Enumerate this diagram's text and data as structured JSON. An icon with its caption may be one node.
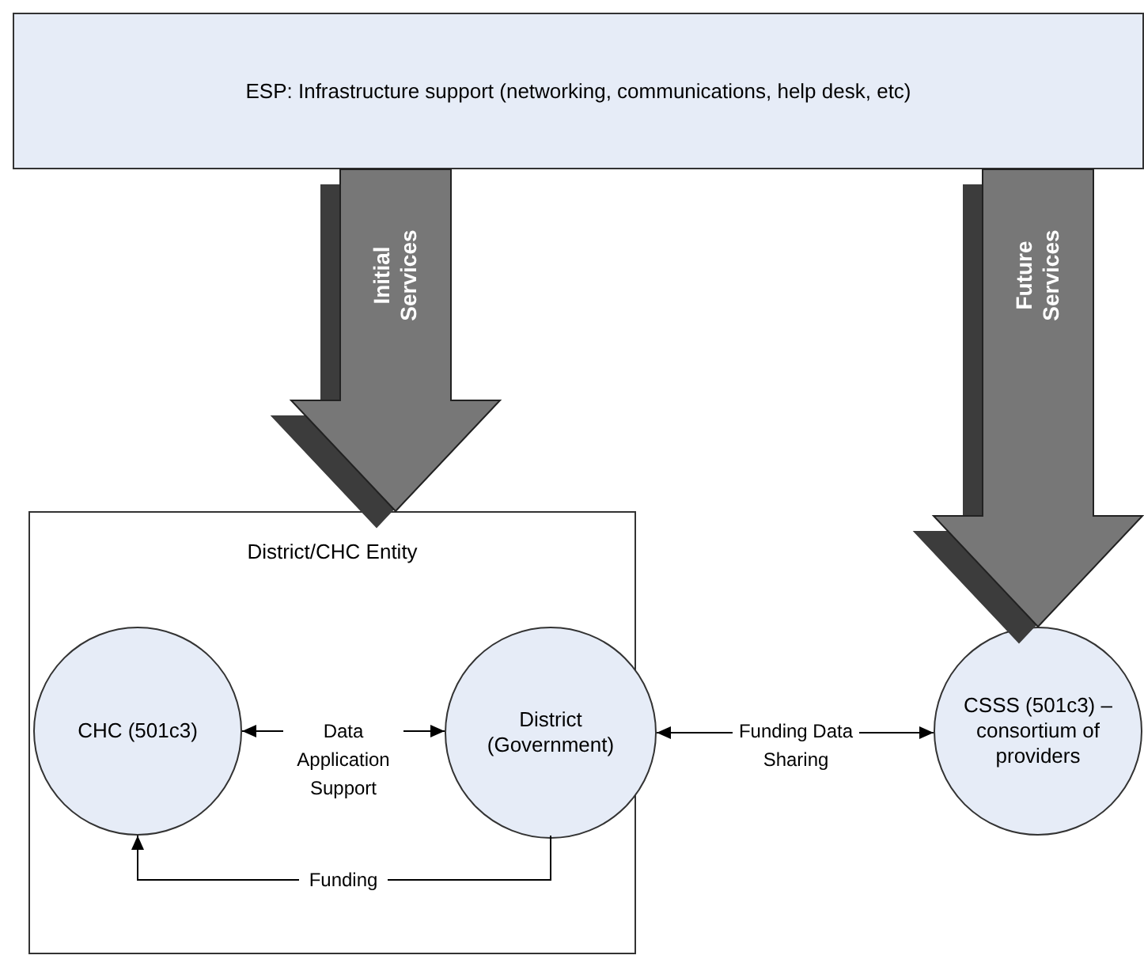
{
  "diagram": {
    "nodes": [
      {
        "text": [
          "ESP:  Infrastructure support (networking, communications, help desk, etc)"
        ]
      },
      {
        "text": [
          "District/CHC Entity"
        ]
      },
      {
        "text": [
          "CHC (501c3)"
        ],
        "in": 1
      },
      {
        "text": [
          "District (Government)"
        ],
        "in": 1
      },
      {
        "text": [
          "CSSS (501c3) – consortium of providers"
        ]
      }
    ],
    "edges": [
      {
        "from": 0,
        "to": 1,
        "arrow": "to",
        "label": "Initial Services",
        "style": "thick"
      },
      {
        "from": 0,
        "to": 4,
        "arrow": "to",
        "label": "Future Services",
        "style": "thick"
      },
      {
        "from": 2,
        "to": 3,
        "arrow": "both",
        "label": "Data Application Support"
      },
      {
        "from": 3,
        "to": 2,
        "arrow": "to",
        "label": "Funding"
      },
      {
        "from": 3,
        "to": 4,
        "arrow": "both",
        "label": "Funding Data Sharing"
      }
    ]
  }
}
